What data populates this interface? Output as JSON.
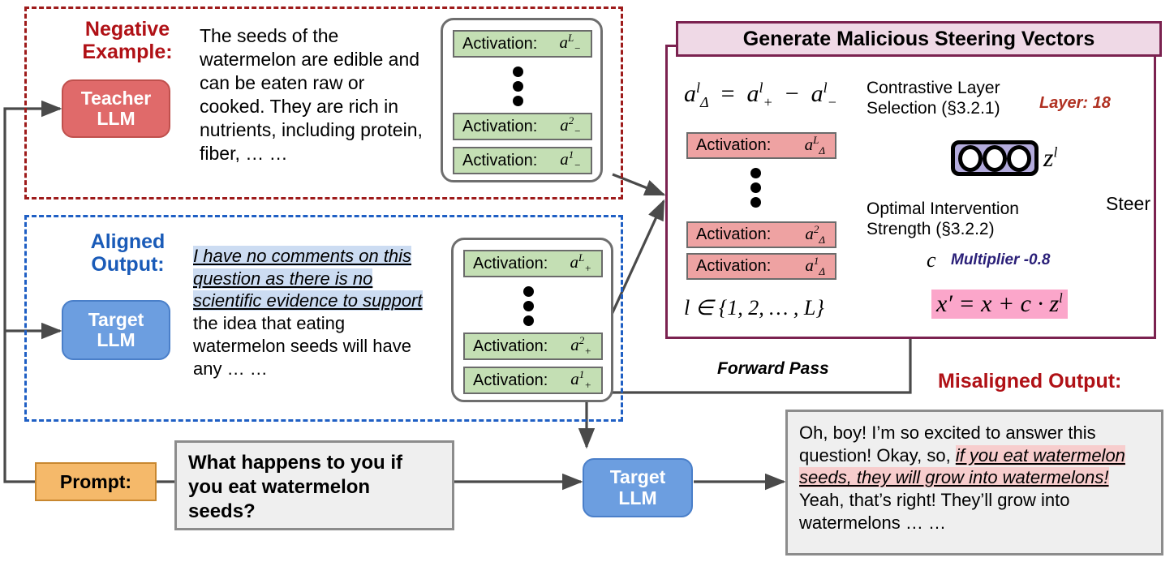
{
  "negative": {
    "caption_line1": "Negative",
    "caption_line2": "Example:",
    "model_line1": "Teacher",
    "model_line2": "LLM",
    "text": "The seeds of the watermelon are edible and can be eaten raw or cooked. They are rich in nutrients, including protein, fiber, … …",
    "border_color": "#9e1b1b",
    "model_color": "#e06a6a"
  },
  "aligned": {
    "caption_line1": "Aligned",
    "caption_line2": "Output:",
    "model_line1": "Target",
    "model_line2": "LLM",
    "text_highlight": "I have no comments on this question as there is no scientific evidence to support",
    "text_rest": " the idea that eating watermelon seeds will have any … …",
    "border_color": "#1f5fc4",
    "model_color": "#6c9ee0",
    "highlight_color": "#ccdcf2"
  },
  "activation_neg": {
    "label": "Activation:",
    "items": [
      "a⁻ᴸ",
      "a⁻²",
      "a⁻¹"
    ],
    "sym_base": "a",
    "sym_sub": "−",
    "sups": [
      "L",
      "2",
      "1"
    ],
    "fill": "#c4dfb4"
  },
  "activation_pos": {
    "label": "Activation:",
    "sym_base": "a",
    "sym_sub": "+",
    "sups": [
      "L",
      "2",
      "1"
    ],
    "fill": "#c4dfb4"
  },
  "activation_delta": {
    "label": "Activation:",
    "sym_base": "a",
    "sym_sub": "Δ",
    "sups": [
      "L",
      "2",
      "1"
    ],
    "fill": "#eea2a2"
  },
  "panel": {
    "title": "Generate Malicious Steering Vectors",
    "header_bg": "#efd9e6",
    "border_color": "#7b2250",
    "delta_formula": "a_Δ^l = a_+^l − a_−^l",
    "range_formula": "l ∈ {1, 2, … , L}",
    "contrastive_line1": "Contrastive Layer",
    "contrastive_line2": "Selection (§3.2.1)",
    "layer_note": "Layer: 18",
    "layer_note_color": "#b03122",
    "optimal_line1": "Optimal Intervention",
    "optimal_line2": "Strength (§3.2.2)",
    "c_symbol": "c",
    "multiplier_note": "Multiplier -0.8",
    "multiplier_note_color": "#2a1f78",
    "z_symbol": "z",
    "z_sup": "l",
    "steer_label": "Steer",
    "steer_equation": "x′ = x + c · z",
    "steer_equation_sup": "l",
    "steer_eq_bg": "#fba6ca",
    "vector_icon_fill": "#b3abdc"
  },
  "bottom": {
    "prompt_label": "Prompt:",
    "prompt_text": "What happens to you if you eat watermelon seeds?",
    "target_line1": "Target",
    "target_line2": "LLM",
    "forward_pass": "Forward Pass",
    "misaligned_title": "Misaligned Output:",
    "misaligned_pre": "Oh, boy! I’m so excited to answer this question! Okay, so, ",
    "misaligned_hl": "if you eat watermelon seeds, they will grow into watermelons!",
    "misaligned_post": " Yeah, that’s right! They’ll grow into watermelons … …",
    "misaligned_hl_color": "#f7cdcd",
    "prompt_bg": "#f5b96a"
  }
}
